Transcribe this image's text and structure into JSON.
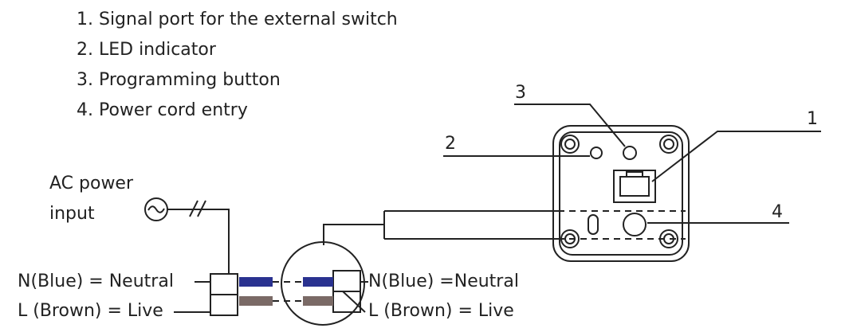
{
  "legend": [
    "1. Signal port for the external switch",
    "2. LED indicator",
    "3. Programming button",
    "4. Power cord entry"
  ],
  "callouts": {
    "c1": "1",
    "c2": "2",
    "c3": "3",
    "c4": "4"
  },
  "power": {
    "line1": "AC power",
    "line2": "input"
  },
  "wiring_left": {
    "neutral": "N(Blue) = Neutral",
    "live": "L (Brown) = Live"
  },
  "wiring_right": {
    "neutral": "N(Blue) =Neutral",
    "live": "L (Brown) = Live"
  },
  "colors": {
    "line": "#222222",
    "blue_wire": "#2a3290",
    "brown_wire": "#7a6a66"
  }
}
